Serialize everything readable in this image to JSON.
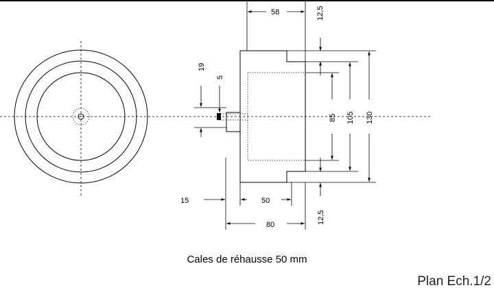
{
  "caption": "Cales de réhausse 50 mm",
  "scale_label": "Plan Ech.1/2",
  "dimensions": {
    "d58": "58",
    "d12_5_top": "12,5",
    "d19": "19",
    "d5": "5",
    "d85": "85",
    "d105": "105",
    "d130": "130",
    "d15": "15",
    "d50": "50",
    "d80": "80",
    "d12_5_bottom": "12,5"
  }
}
